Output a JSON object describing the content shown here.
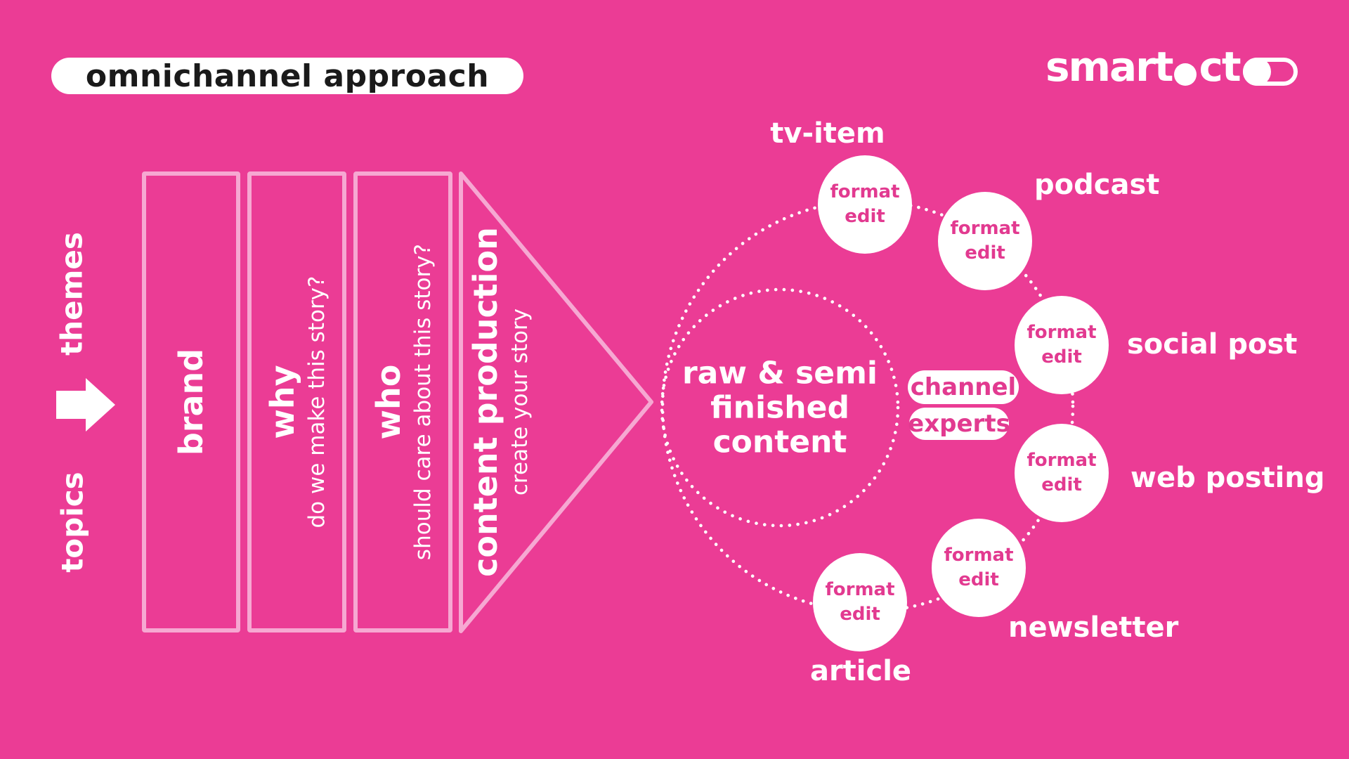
{
  "title": "omnichannel approach",
  "brand_logo": {
    "text_smart": "smart",
    "text_ct": "ct"
  },
  "axis": {
    "top_label": "themes",
    "bottom_label": "topics"
  },
  "funnel_boxes": [
    {
      "title": "brand",
      "subtitle": ""
    },
    {
      "title": "why",
      "subtitle": "do we make this story?"
    },
    {
      "title": "who",
      "subtitle": "should care about this story?"
    }
  ],
  "production": {
    "title": "content production",
    "subtitle": "create your story"
  },
  "hub": {
    "center": {
      "line1": "raw & semi",
      "line2": "finished",
      "line3": "content"
    },
    "pills": {
      "pill1": "channel",
      "pill2": "experts"
    },
    "node": {
      "line1": "format",
      "line2": "edit"
    },
    "channels": [
      {
        "name": "tv-item"
      },
      {
        "name": "podcast"
      },
      {
        "name": "social post"
      },
      {
        "name": "web posting"
      },
      {
        "name": "newsletter"
      },
      {
        "name": "article"
      }
    ]
  },
  "colors": {
    "background": "#EB3C95",
    "light_pink_outline": "#F6A8D2",
    "pink_text": "#E23A90",
    "white": "#FFFFFF",
    "title_text": "#1A1A1A"
  }
}
